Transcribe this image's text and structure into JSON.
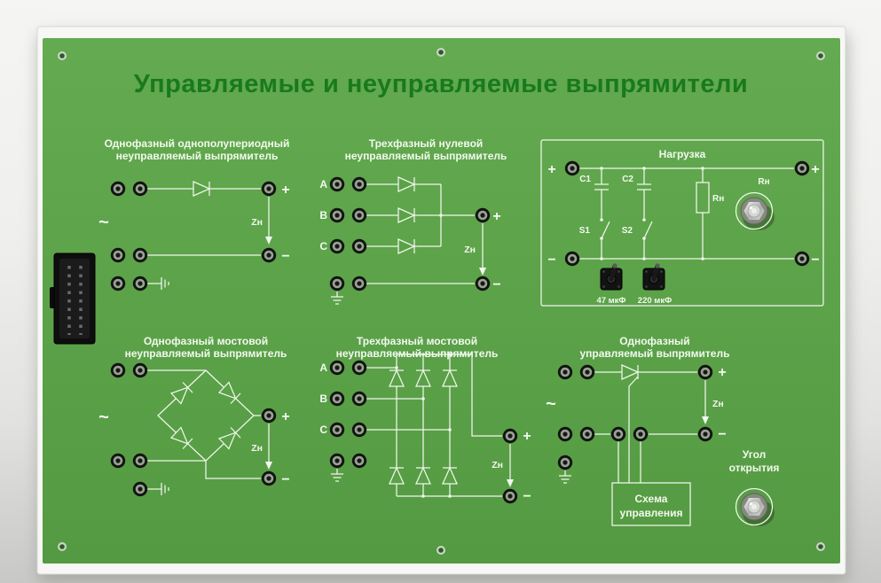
{
  "panel": {
    "title": "Управляемые и неуправляемые выпрямители",
    "symbols": {
      "plus": "+",
      "minus": "−",
      "ac": "~",
      "zn": "Zн"
    },
    "sections": {
      "half_wave": {
        "title1": "Однофазный однополупериодный",
        "title2": "неуправляемый выпрямитель"
      },
      "three_phase_null": {
        "title1": "Трехфазный нулевой",
        "title2": "неуправляемый выпрямитель",
        "phases": [
          "A",
          "B",
          "C"
        ]
      },
      "load": {
        "title": "Нагрузка",
        "c1": "C1",
        "c2": "C2",
        "s1": "S1",
        "s2": "S2",
        "r_resistor": "Rн",
        "r_knob": "Rн",
        "switch1_label": "47 мкФ",
        "switch2_label": "220 мкФ"
      },
      "single_bridge": {
        "title1": "Однофазный мостовой",
        "title2": "неуправляемый выпрямитель"
      },
      "three_phase_bridge": {
        "title1": "Трехфазный мостовой",
        "title2": "неуправляемый выпрямитель",
        "phases": [
          "A",
          "B",
          "C"
        ]
      },
      "controlled": {
        "title1": "Однофазный",
        "title2": "управляемый выпрямитель",
        "control_box_line1": "Схема",
        "control_box_line2": "управления",
        "angle_line1": "Угол",
        "angle_line2": "открытия"
      }
    }
  },
  "colors": {
    "panel_green": "#5aa148",
    "title_green": "#187a1d",
    "silkscreen": "#f2f9ee"
  }
}
